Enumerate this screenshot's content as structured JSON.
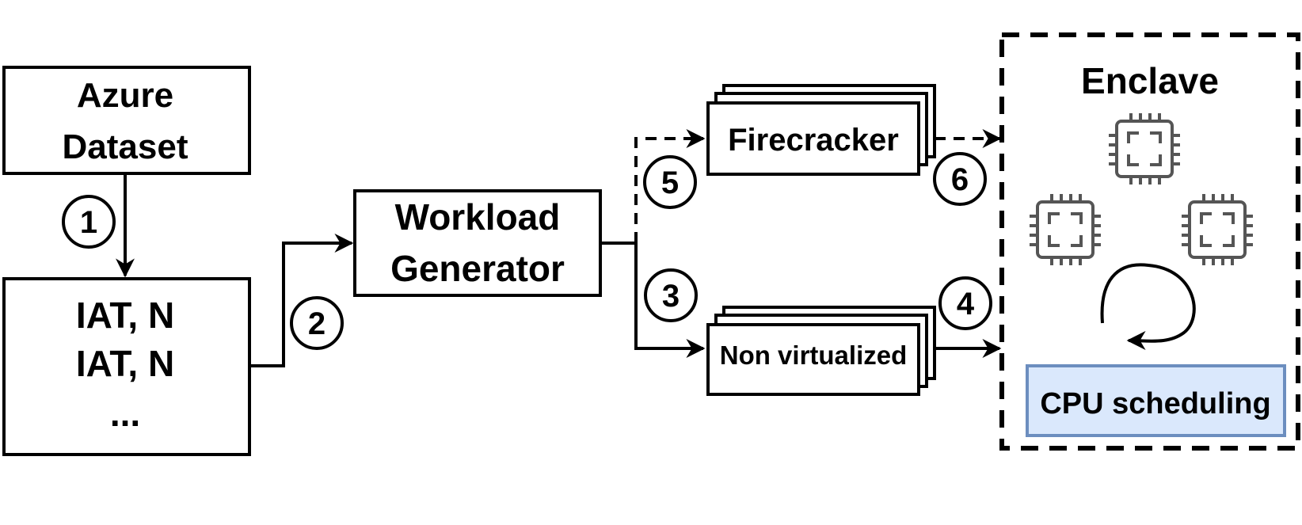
{
  "source_box": {
    "line1": "Azure",
    "line2": "Dataset"
  },
  "trace_box": {
    "line1": "IAT, N",
    "line2": "IAT, N",
    "line3": "..."
  },
  "generator_box": {
    "line1": "Workload",
    "line2": "Generator"
  },
  "firecracker_box": {
    "label": "Firecracker"
  },
  "nonvirt_box": {
    "label": "Non virtualized"
  },
  "enclave": {
    "title": "Enclave",
    "scheduler_label": "CPU scheduling",
    "scheduler_fill": "#dae8fc",
    "scheduler_stroke": "#6c8ebf"
  },
  "steps": {
    "s1": "1",
    "s2": "2",
    "s3": "3",
    "s4": "4",
    "s5": "5",
    "s6": "6"
  },
  "icons": {
    "cpu": "cpu-chip-icon",
    "cycle": "circular-arrow-icon"
  }
}
